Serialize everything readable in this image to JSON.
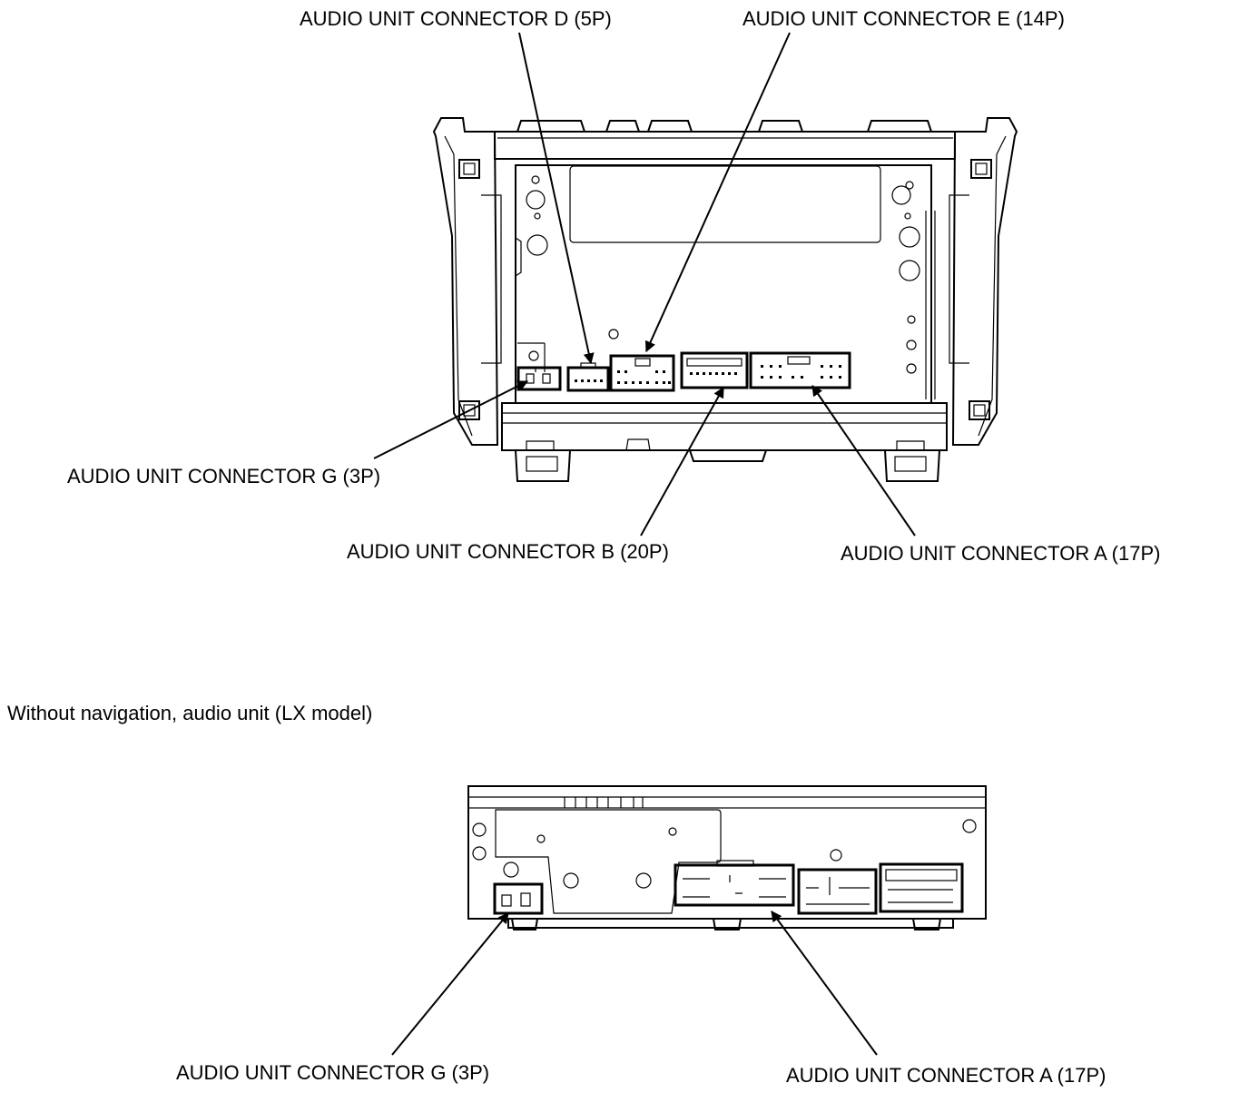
{
  "top_unit": {
    "labels": {
      "connector_d": "AUDIO UNIT CONNECTOR D (5P)",
      "connector_e": "AUDIO UNIT CONNECTOR E (14P)",
      "connector_g": "AUDIO UNIT CONNECTOR G (3P)",
      "connector_b": "AUDIO UNIT CONNECTOR B (20P)",
      "connector_a": "AUDIO UNIT CONNECTOR A (17P)"
    }
  },
  "section_title": "Without navigation, audio unit (LX model)",
  "bottom_unit": {
    "labels": {
      "connector_g": "AUDIO UNIT CONNECTOR G (3P)",
      "connector_a": "AUDIO UNIT CONNECTOR A (17P)"
    }
  }
}
